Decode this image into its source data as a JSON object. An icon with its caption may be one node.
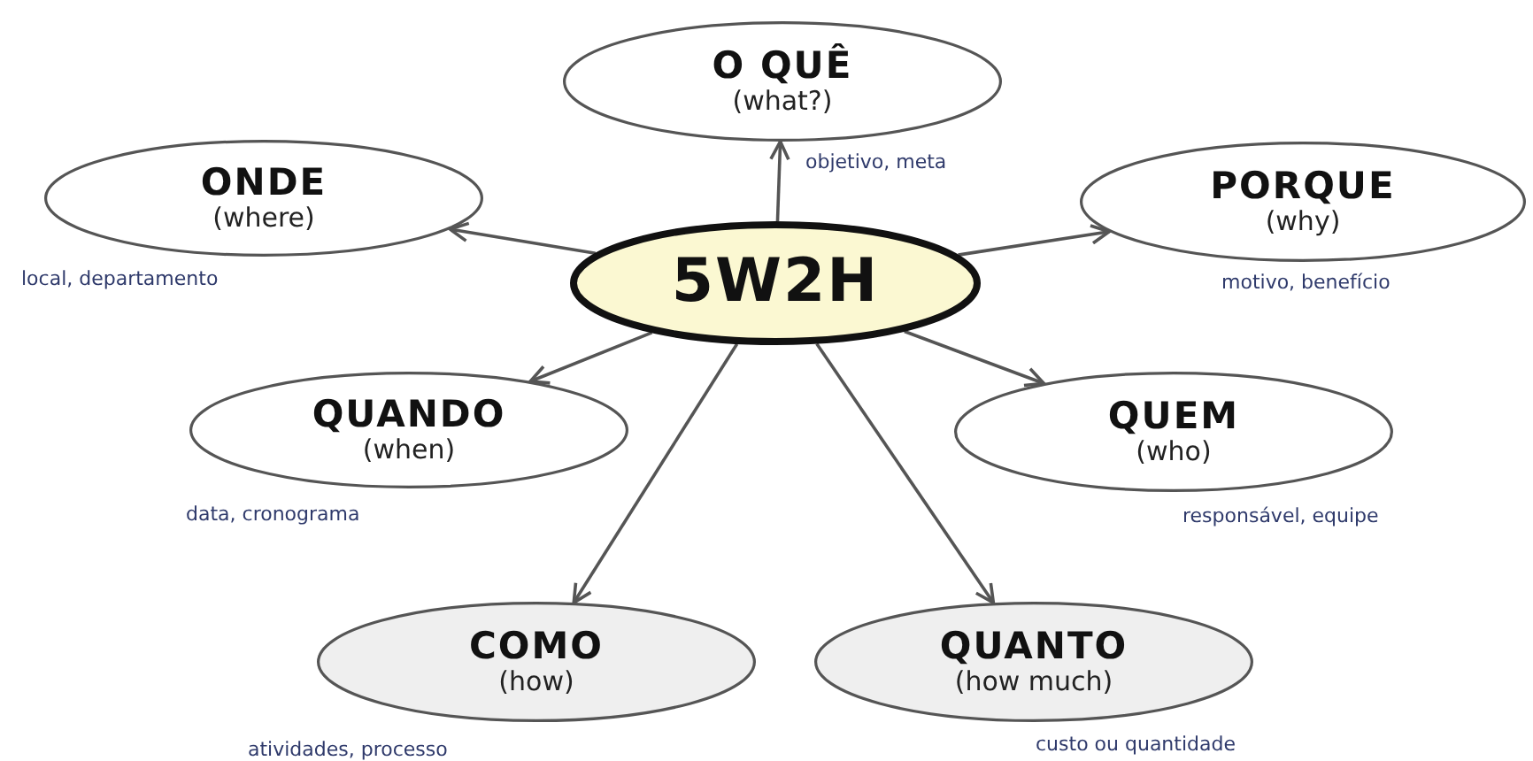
{
  "diagram": {
    "nodes": [
      {
        "text": [
          "5W2H"
        ]
      },
      {
        "text": [
          "O QUÊ",
          "(what?)"
        ],
        "beside": [
          "objetivo, meta"
        ]
      },
      {
        "text": [
          "ONDE",
          "(where)"
        ],
        "beside": [
          "local, departamento"
        ]
      },
      {
        "text": [
          "PORQUE",
          "(why)"
        ],
        "beside": [
          "motivo, benefício"
        ]
      },
      {
        "text": [
          "QUANDO",
          "(when)"
        ],
        "beside": [
          "data, cronograma"
        ]
      },
      {
        "text": [
          "QUEM",
          "(who)"
        ],
        "beside": [
          "responsável, equipe"
        ]
      },
      {
        "text": [
          "COMO",
          "(how)"
        ],
        "beside": [
          "atividades, processo"
        ]
      },
      {
        "text": [
          "QUANTO",
          "(how much)"
        ],
        "beside": [
          "custo ou quantidade"
        ]
      }
    ],
    "edges": [
      {
        "from": 0,
        "to": 1,
        "arrow": "to"
      },
      {
        "from": 0,
        "to": 2,
        "arrow": "to"
      },
      {
        "from": 0,
        "to": 3,
        "arrow": "to"
      },
      {
        "from": 0,
        "to": 4,
        "arrow": "to"
      },
      {
        "from": 0,
        "to": 5,
        "arrow": "to"
      },
      {
        "from": 0,
        "to": 6,
        "arrow": "to"
      },
      {
        "from": 0,
        "to": 7,
        "arrow": "to"
      }
    ]
  }
}
